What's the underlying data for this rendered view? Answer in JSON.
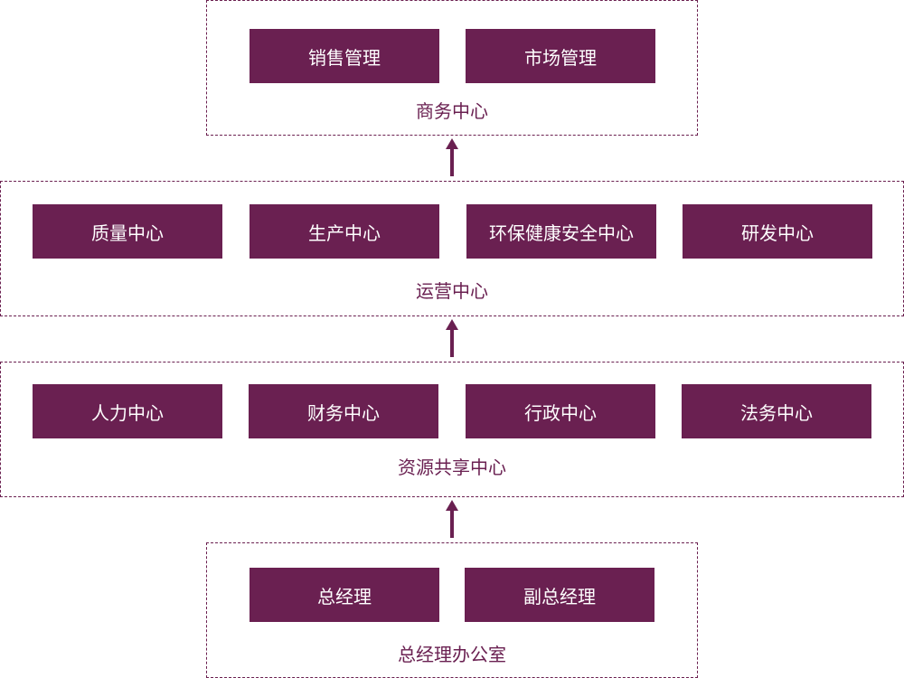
{
  "colors": {
    "box_fill": "#6a2051",
    "border": "#6b2050",
    "text_light": "#ffffff"
  },
  "commerce": {
    "label": "商务中心",
    "boxes": [
      "销售管理",
      "市场管理"
    ]
  },
  "operations": {
    "label": "运营中心",
    "boxes": [
      "质量中心",
      "生产中心",
      "环保健康安全中心",
      "研发中心"
    ]
  },
  "shared": {
    "label": "资源共享中心",
    "boxes": [
      "人力中心",
      "财务中心",
      "行政中心",
      "法务中心"
    ]
  },
  "gm_office": {
    "label": "总经理办公室",
    "boxes": [
      "总经理",
      "副总经理"
    ]
  }
}
